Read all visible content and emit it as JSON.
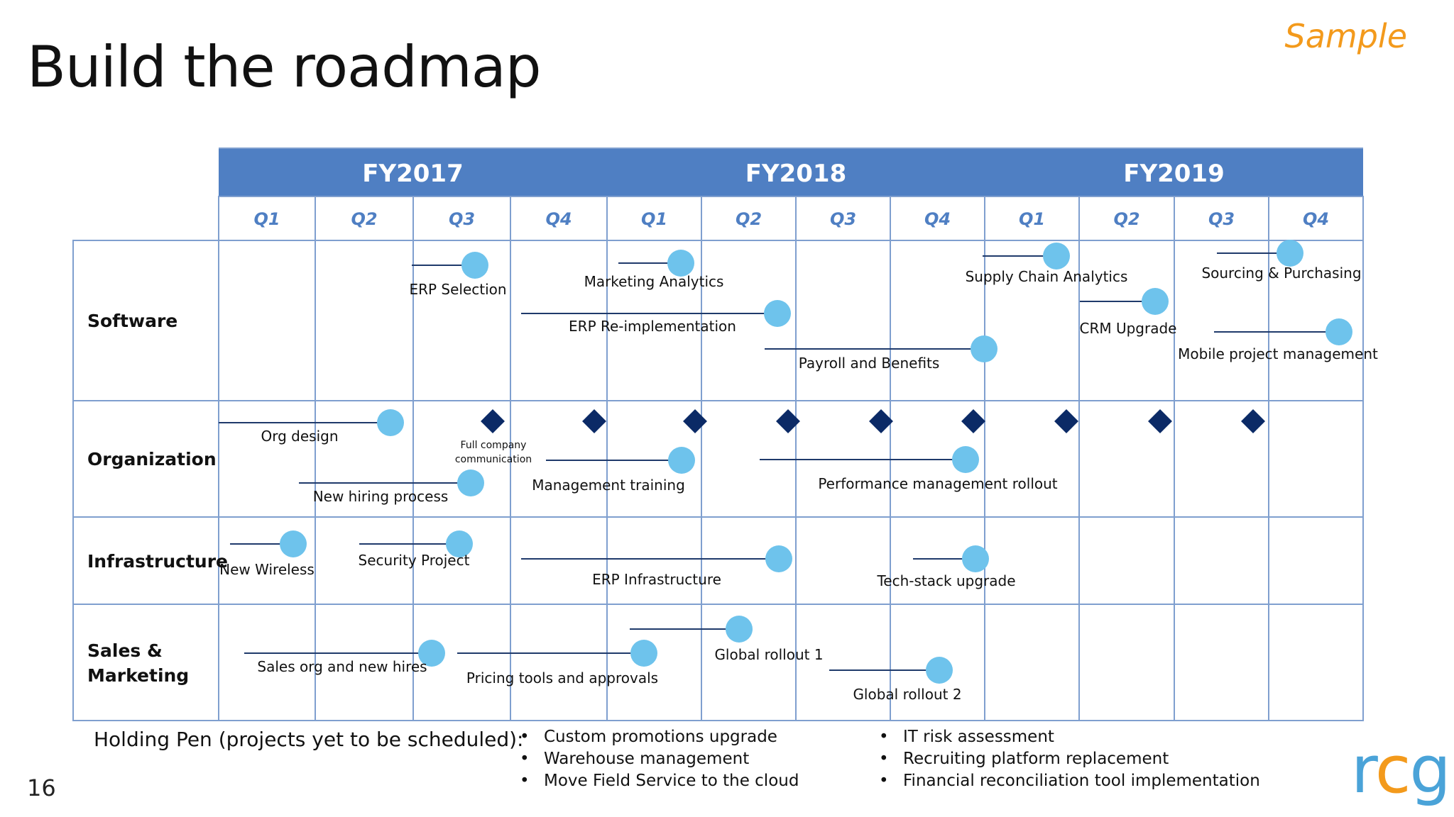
{
  "slide": {
    "title": "Build the roadmap",
    "sample_label": "Sample",
    "page_number": "16",
    "logo": {
      "r": "r",
      "c": "c",
      "g": "g"
    },
    "colors": {
      "header_fill": "#4f7fc3",
      "quarter_text": "#4f7fc3",
      "grid": "#7f9fcf",
      "milestone_circle": "#6ec3ec",
      "event_diamond": "#0b2a66",
      "connector": "#1f3a6b",
      "sample_text": "#f39a1c"
    }
  },
  "roadmap": {
    "fiscal_years": [
      "FY2017",
      "FY2018",
      "FY2019"
    ],
    "quarters": [
      "Q1",
      "Q2",
      "Q3",
      "Q4",
      "Q1",
      "Q2",
      "Q3",
      "Q4",
      "Q1",
      "Q2",
      "Q3",
      "Q4"
    ],
    "rows": [
      "Software",
      "Organization",
      "Infrastructure",
      "Sales & Marketing"
    ],
    "milestones": [
      {
        "label": "ERP Selection",
        "row": "Software"
      },
      {
        "label": "Marketing Analytics",
        "row": "Software"
      },
      {
        "label": "ERP Re-implementation",
        "row": "Software"
      },
      {
        "label": "Payroll and Benefits",
        "row": "Software"
      },
      {
        "label": "Supply Chain Analytics",
        "row": "Software"
      },
      {
        "label": "CRM Upgrade",
        "row": "Software"
      },
      {
        "label": "Sourcing & Purchasing",
        "row": "Software"
      },
      {
        "label": "Mobile project management",
        "row": "Software"
      },
      {
        "label": "Org design",
        "row": "Organization"
      },
      {
        "label": "New hiring process",
        "row": "Organization"
      },
      {
        "label": "Management training",
        "row": "Organization"
      },
      {
        "label": "Performance management rollout",
        "row": "Organization"
      },
      {
        "label": "New Wireless",
        "row": "Infrastructure"
      },
      {
        "label": "Security Project",
        "row": "Infrastructure"
      },
      {
        "label": "ERP Infrastructure",
        "row": "Infrastructure"
      },
      {
        "label": "Tech-stack upgrade",
        "row": "Infrastructure"
      },
      {
        "label": "Sales org and new hires",
        "row": "Sales & Marketing"
      },
      {
        "label": "Pricing tools and approvals",
        "row": "Sales & Marketing"
      },
      {
        "label": "Global rollout 1",
        "row": "Sales & Marketing"
      },
      {
        "label": "Global rollout 2",
        "row": "Sales & Marketing"
      }
    ],
    "recurring_event": {
      "label_line1": "Full company",
      "label_line2": "communication",
      "row": "Organization"
    }
  },
  "holding_pen": {
    "title": "Holding Pen (projects yet to be scheduled):",
    "column1": [
      "Custom promotions upgrade",
      "Warehouse management",
      "Move Field Service to the cloud"
    ],
    "column2": [
      "IT risk assessment",
      "Recruiting platform replacement",
      "Financial reconciliation tool implementation"
    ]
  }
}
